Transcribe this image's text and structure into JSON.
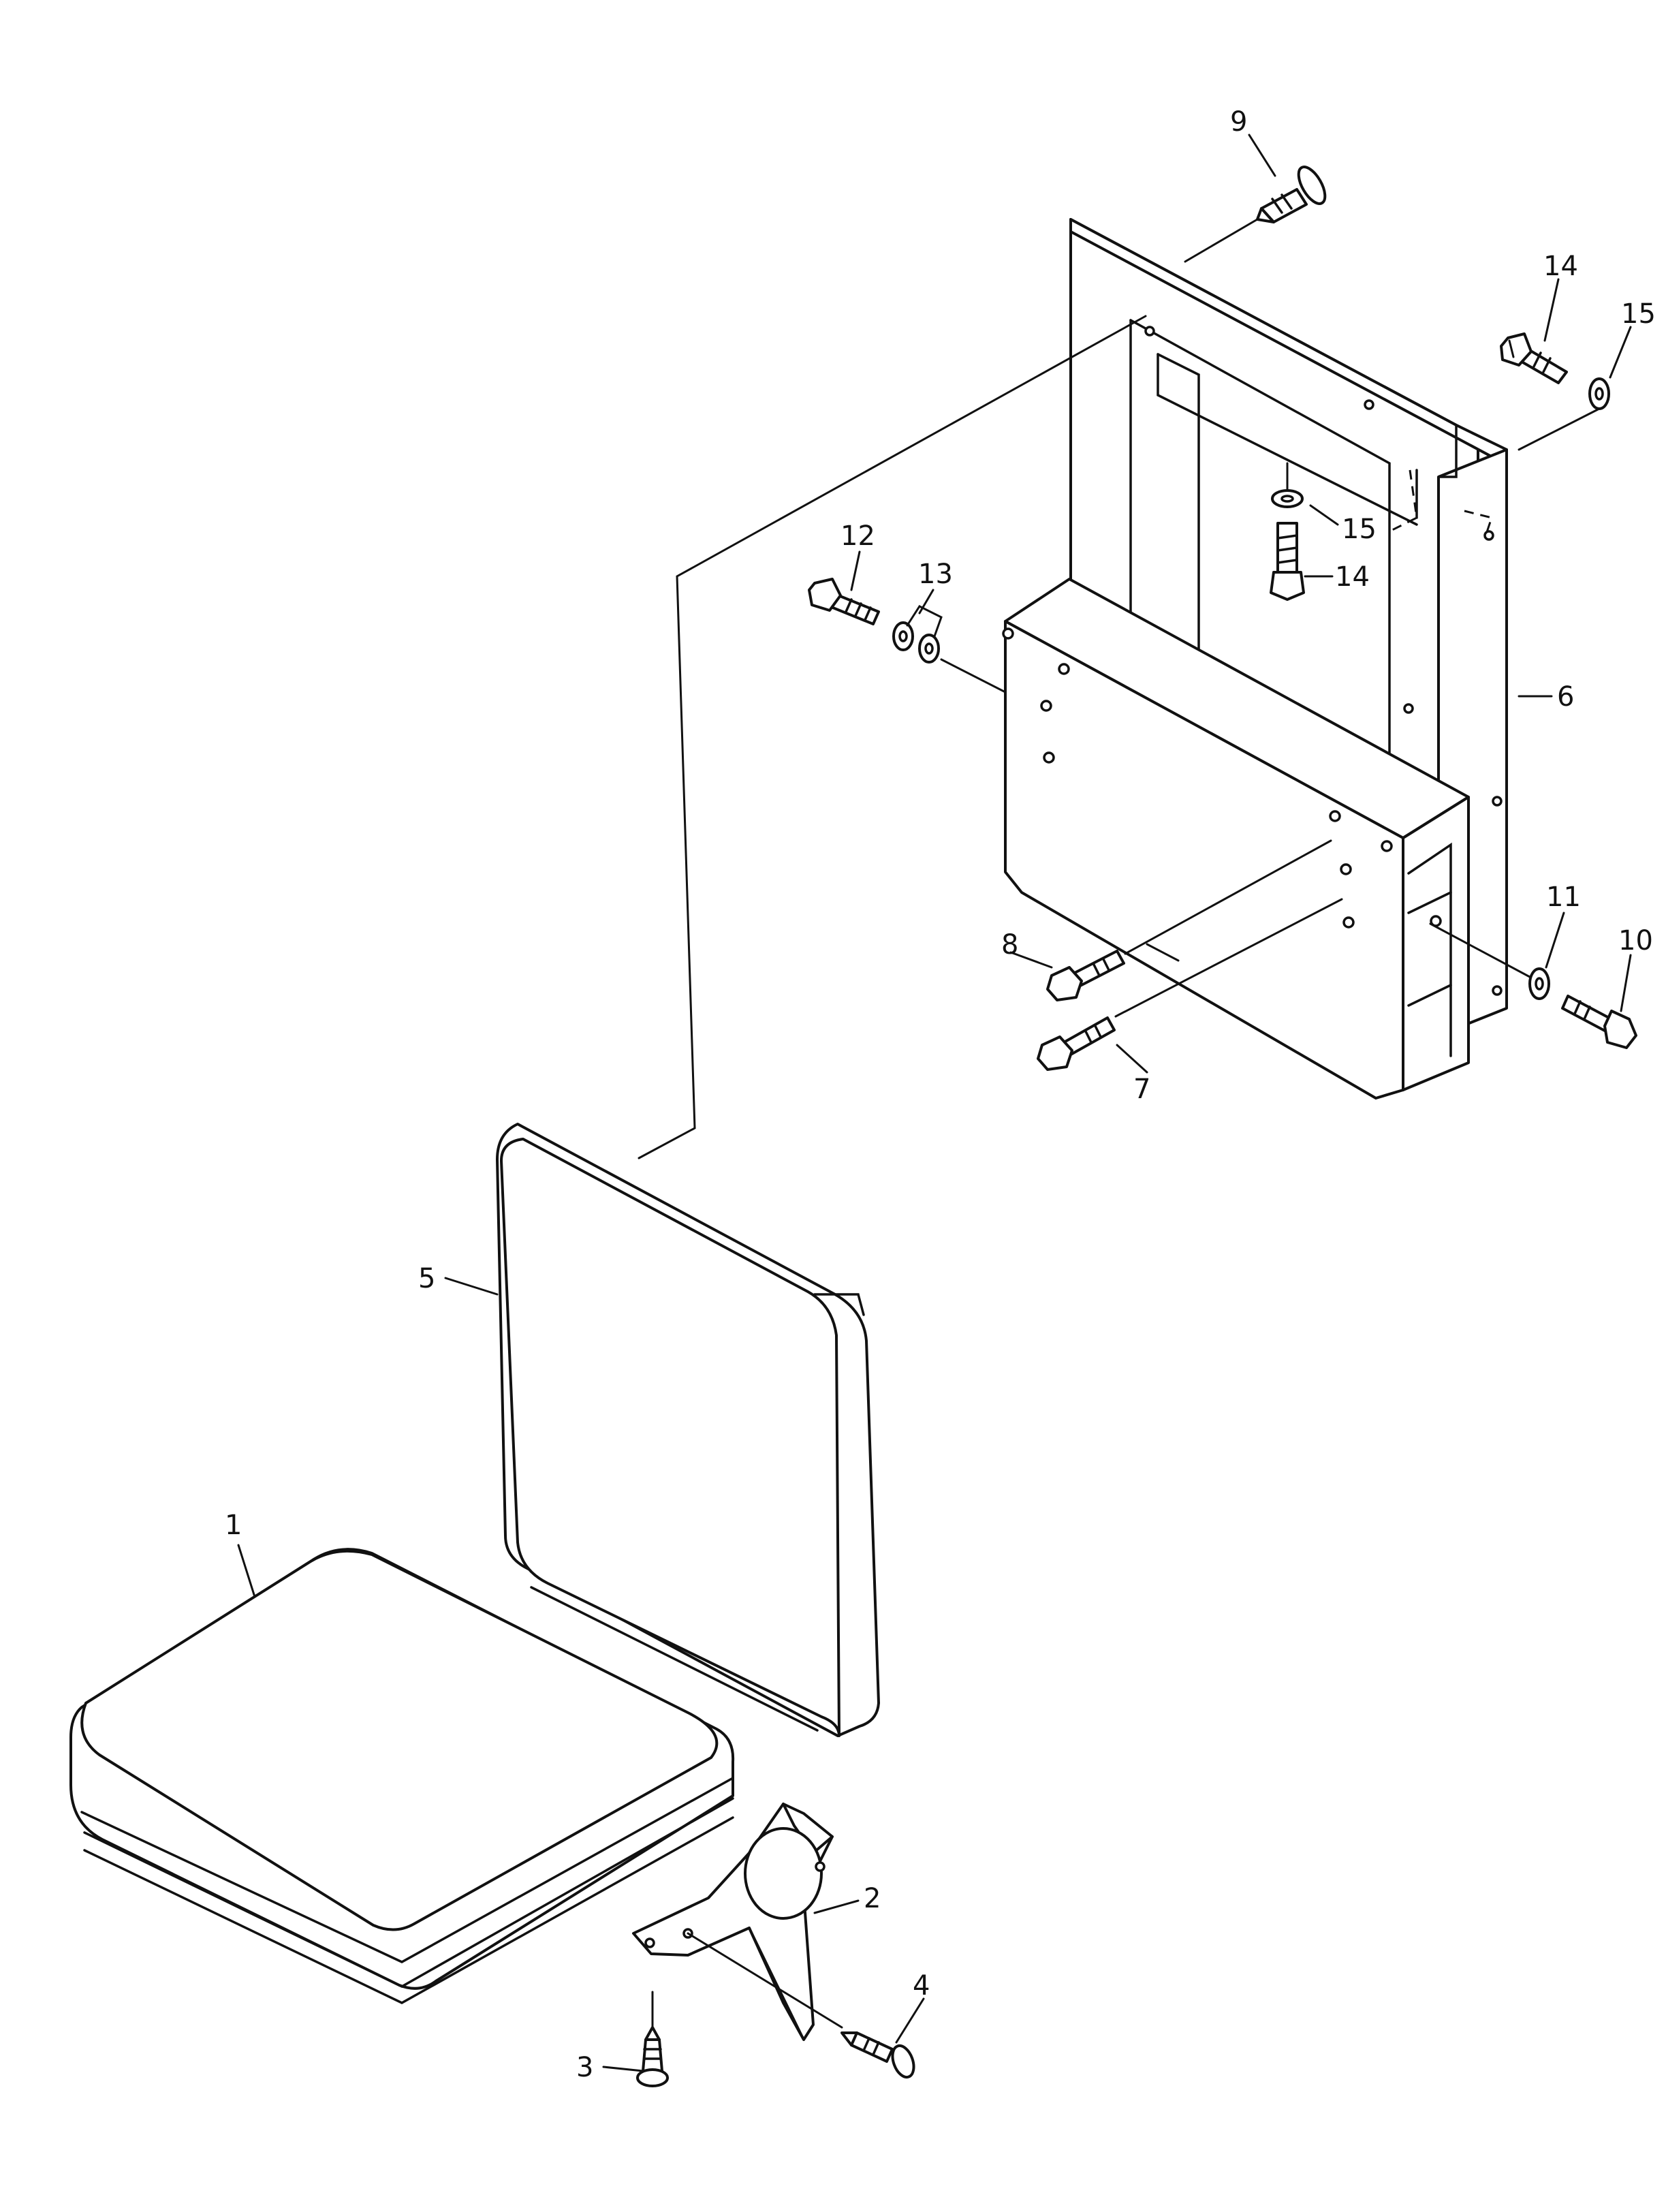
{
  "diagram": {
    "callouts": [
      {
        "id": "1",
        "label": "1"
      },
      {
        "id": "2",
        "label": "2"
      },
      {
        "id": "3",
        "label": "3"
      },
      {
        "id": "4",
        "label": "4"
      },
      {
        "id": "5",
        "label": "5"
      },
      {
        "id": "6",
        "label": "6"
      },
      {
        "id": "7",
        "label": "7"
      },
      {
        "id": "8",
        "label": "8"
      },
      {
        "id": "9",
        "label": "9"
      },
      {
        "id": "10",
        "label": "10"
      },
      {
        "id": "11",
        "label": "11"
      },
      {
        "id": "12",
        "label": "12"
      },
      {
        "id": "13",
        "label": "13"
      },
      {
        "id": "14a",
        "label": "14"
      },
      {
        "id": "14b",
        "label": "14"
      },
      {
        "id": "15a",
        "label": "15"
      },
      {
        "id": "15b",
        "label": "15"
      }
    ]
  },
  "colors": {
    "ink": "#111111",
    "paper": "#ffffff"
  }
}
